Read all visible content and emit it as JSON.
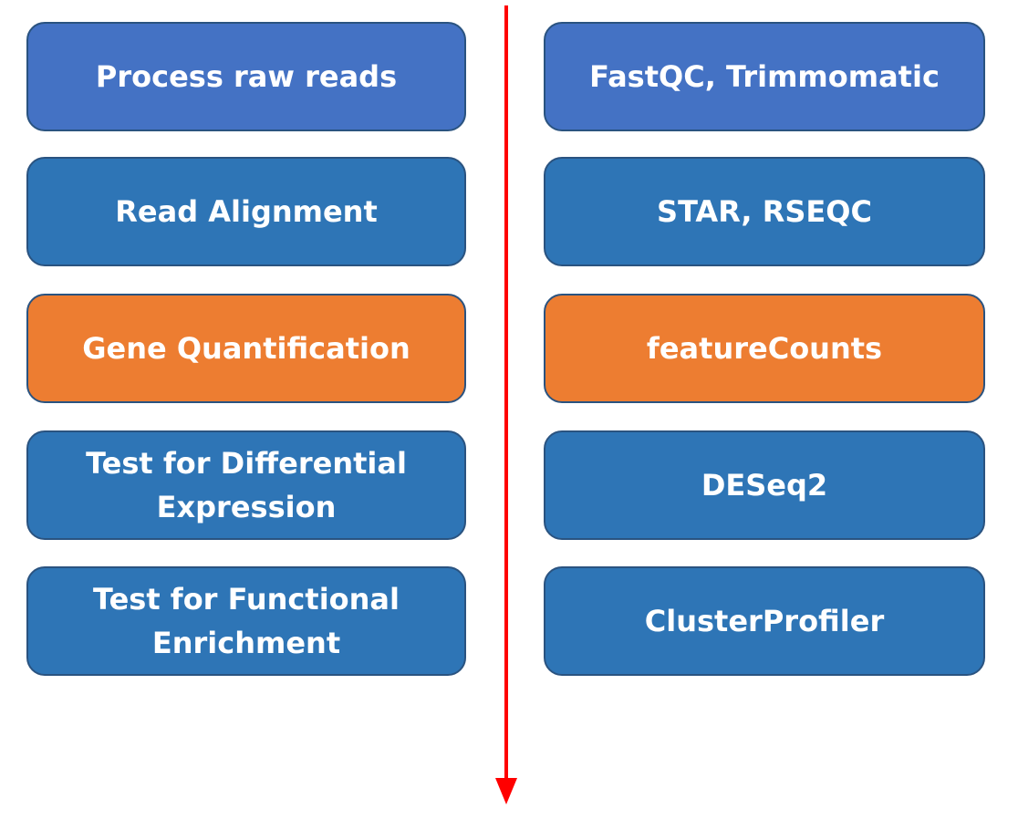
{
  "steps": [
    {
      "left": "Process raw reads",
      "right": "FastQC, Trimmomatic",
      "color": "#4472c4"
    },
    {
      "left": "Read Alignment",
      "right": "STAR, RSEQC",
      "color": "#2e75b6"
    },
    {
      "left": "Gene Quantification",
      "right": "featureCounts",
      "color": "#ed7d31"
    },
    {
      "left": "Test for Differential\nExpression",
      "right": "DESeq2",
      "color": "#2e75b6"
    },
    {
      "left": "Test for Functional\nEnrichment",
      "right": "ClusterProfiler",
      "color": "#2e75b6"
    }
  ],
  "arrow_color": "#ff0000"
}
